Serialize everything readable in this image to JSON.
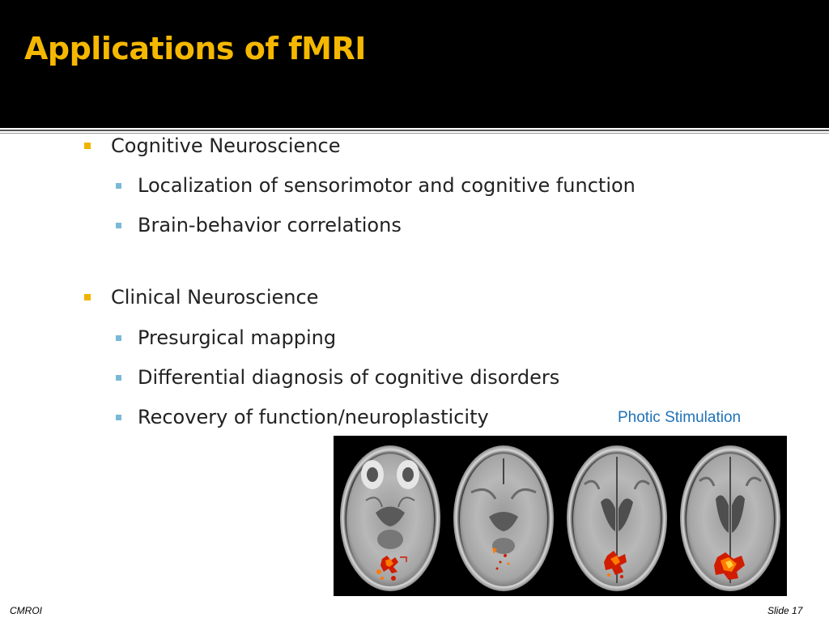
{
  "slide": {
    "title": "Applications of fMRI",
    "sections": [
      {
        "label": "Cognitive Neuroscience",
        "items": [
          "Localization of sensorimotor and cognitive function",
          "Brain-behavior correlations"
        ]
      },
      {
        "label": "Clinical Neuroscience",
        "items": [
          "Presurgical mapping",
          "Differential diagnosis of cognitive disorders",
          "Recovery of function/neuroplasticity"
        ]
      }
    ]
  },
  "figure": {
    "caption": "Photic Stimulation",
    "scan_count": 4,
    "activation_colors": [
      "#ff7a00",
      "#d01c00",
      "#ffd23c"
    ]
  },
  "footer": {
    "left": "CMROI",
    "right": "Slide 17"
  },
  "colors": {
    "title": "#f5b800",
    "title_bar": "#000000",
    "bullet_level1": "#f0b400",
    "bullet_level2": "#7ab8d8",
    "caption": "#1f72b8"
  }
}
